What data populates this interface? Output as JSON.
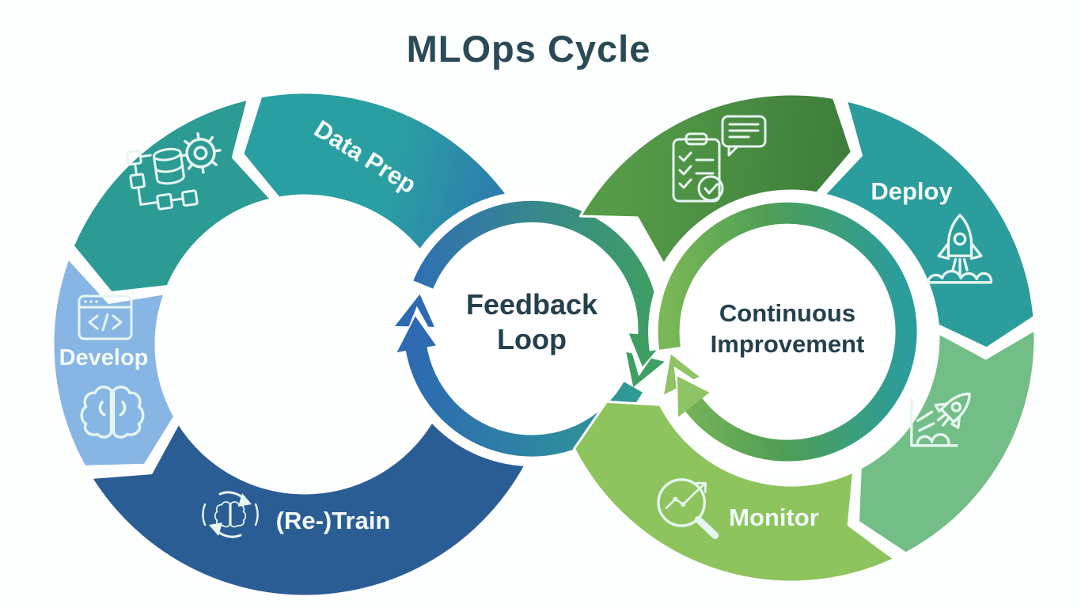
{
  "title": "MLOps Cycle",
  "left_cycle": {
    "name": "left development cycle",
    "center": {
      "line1": "Feedback",
      "line2": "Loop"
    },
    "segments": [
      {
        "id": "data-prep",
        "label": "Data Prep",
        "icon": ""
      },
      {
        "id": "data-pipeline",
        "label": "",
        "icon": "pipeline-database-gear-icon"
      },
      {
        "id": "develop",
        "label": "Develop",
        "icon": "code-window-icon, brain-icon"
      },
      {
        "id": "retrain",
        "label": "(Re-)Train",
        "icon": "brain-refresh-icon"
      }
    ]
  },
  "right_cycle": {
    "name": "right operations cycle",
    "center": {
      "line1": "Continuous",
      "line2": "Improvement"
    },
    "segments": [
      {
        "id": "validate",
        "label": "",
        "icon": "checklist-chat-icon"
      },
      {
        "id": "deploy",
        "label": "Deploy",
        "icon": "rocket-launch-icon"
      },
      {
        "id": "scale",
        "label": "",
        "icon": "rocket-corner-icon"
      },
      {
        "id": "monitor",
        "label": "Monitor",
        "icon": "monitor-search-icon"
      }
    ]
  },
  "colors": {
    "background": "#fdfefe",
    "title_text": "#2b4a57",
    "center_text": "#24404e",
    "label_text": "#f3fbf8",
    "icon_stroke": "#e7f6f1",
    "data_prep_teal": "#2a9fa2",
    "data_prep_blue_end": "#2e72b1",
    "pipeline_teal": "#2b9b94",
    "develop_blue": "#87b6e4",
    "retrain_blue": "#2b5d95",
    "validate_green_light": "#569b48",
    "validate_green_dark": "#3c7d3b",
    "deploy_teal": "#2a9d9c",
    "scale_green": "#73be87",
    "monitor_green": "#8dc45d",
    "feedback_blue": "#2d6ab1",
    "feedback_blue_top": "#2f6fb5",
    "feedback_teal": "#2f9f92",
    "feedback_green": "#3f9f63",
    "improvement_green_light": "#7ab757",
    "improvement_green_mid": "#4f9e54",
    "improvement_teal": "#2a9d9d",
    "improvement_arrow_green": "#8fc464"
  }
}
